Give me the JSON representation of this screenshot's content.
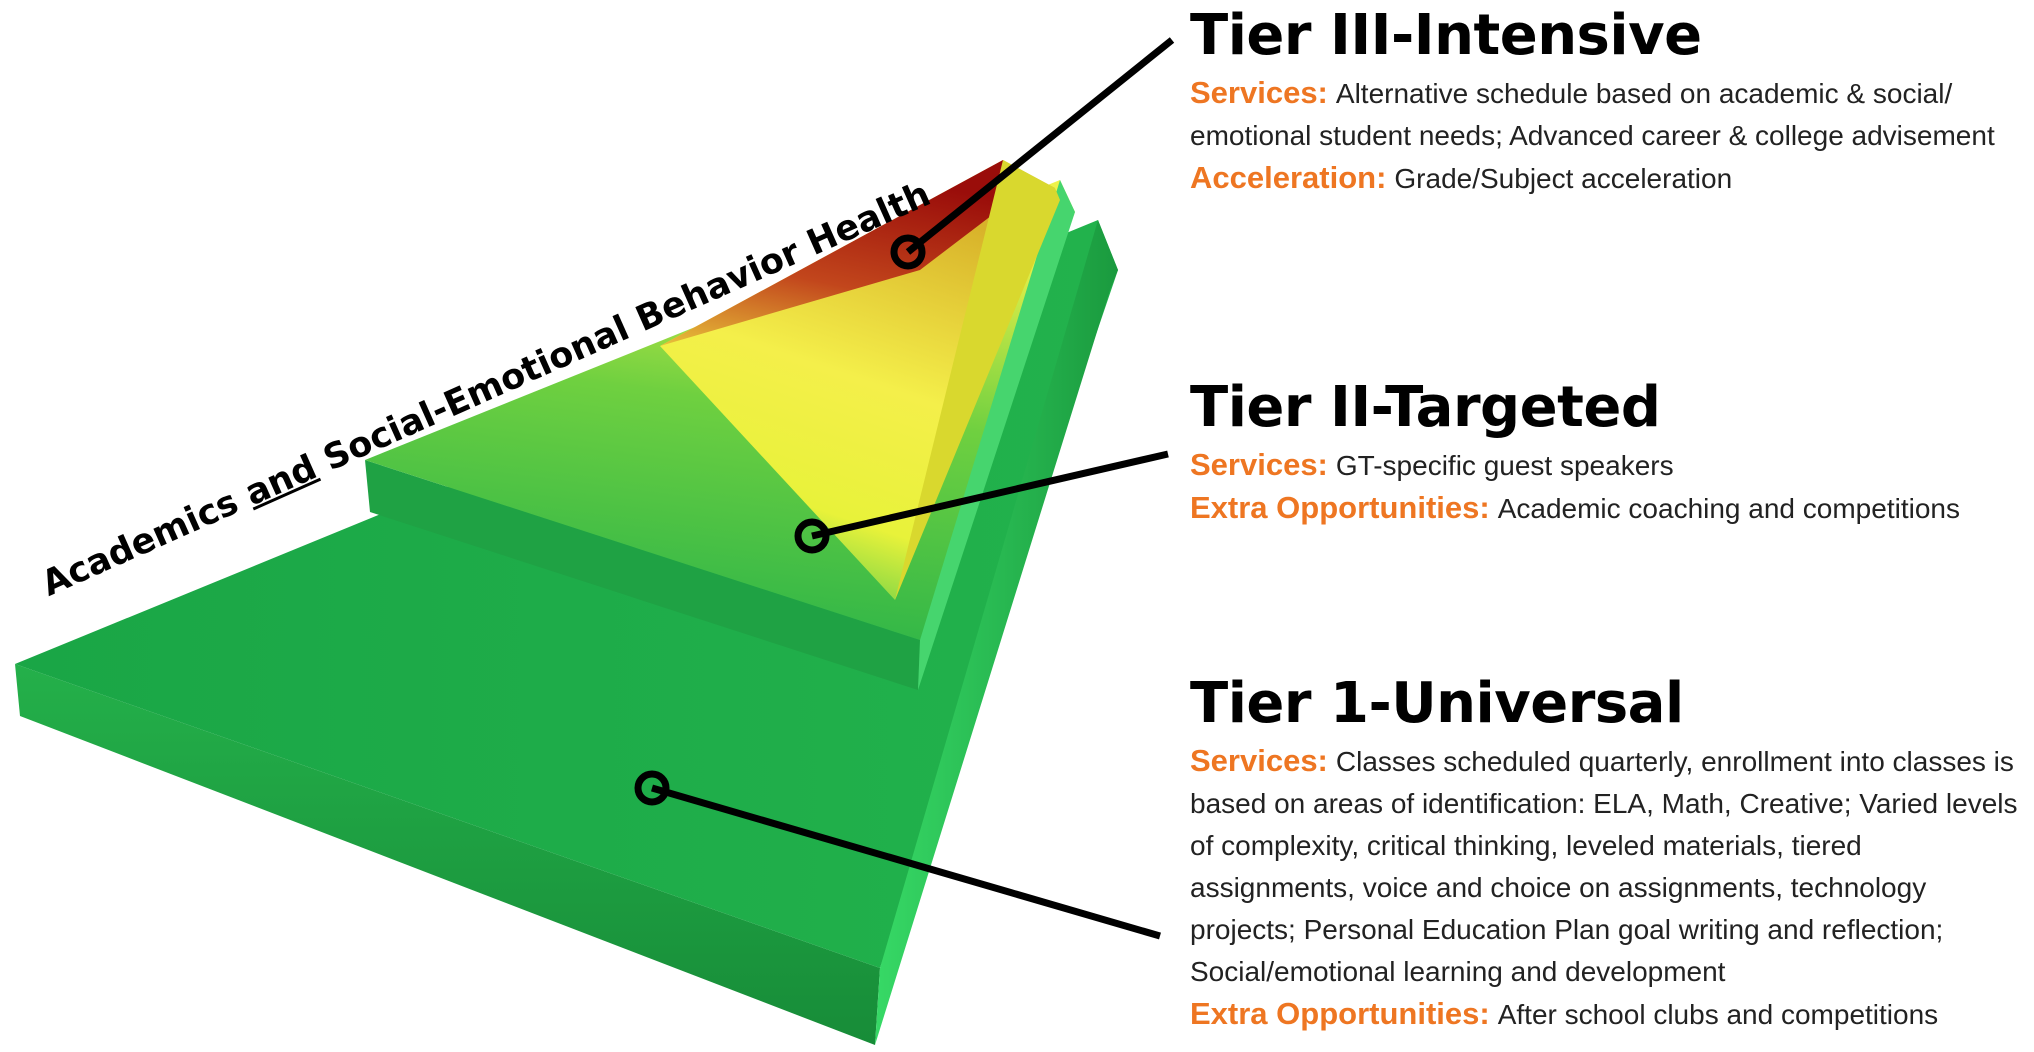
{
  "side_label": {
    "before": "Academics ",
    "underlined": "and",
    "after": " Social-Emotional Behavior Health"
  },
  "colors": {
    "green": "#1fb34a",
    "yellow": "#f2f23a",
    "red": "#a3120a",
    "label_orange": "#ee7622"
  },
  "tiers": [
    {
      "title": "Tier III-Intensive",
      "lines": [
        {
          "label": "Services:",
          "text": "Alternative schedule based on academic & social/ emotional student needs; Advanced career & college advisement"
        },
        {
          "label": "Acceleration:",
          "text": "Grade/Subject acceleration"
        }
      ]
    },
    {
      "title": "Tier II-Targeted",
      "lines": [
        {
          "label": "Services:",
          "text": "GT-specific guest speakers"
        },
        {
          "label": "Extra Opportunities:",
          "text": "Academic coaching and competitions"
        }
      ]
    },
    {
      "title": "Tier 1-Universal",
      "lines": [
        {
          "label": "Services:",
          "text": "Classes scheduled quarterly, enrollment into classes is based on areas of identification: ELA, Math, Creative; Varied levels of complexity, critical thinking, leveled materials, tiered assignments, voice and choice on assignments, technology projects; Personal Education Plan goal writing and reflection; Social/emotional learning and development"
        },
        {
          "label": "Extra Opportunities:",
          "text": "After school clubs and competitions"
        }
      ]
    }
  ]
}
